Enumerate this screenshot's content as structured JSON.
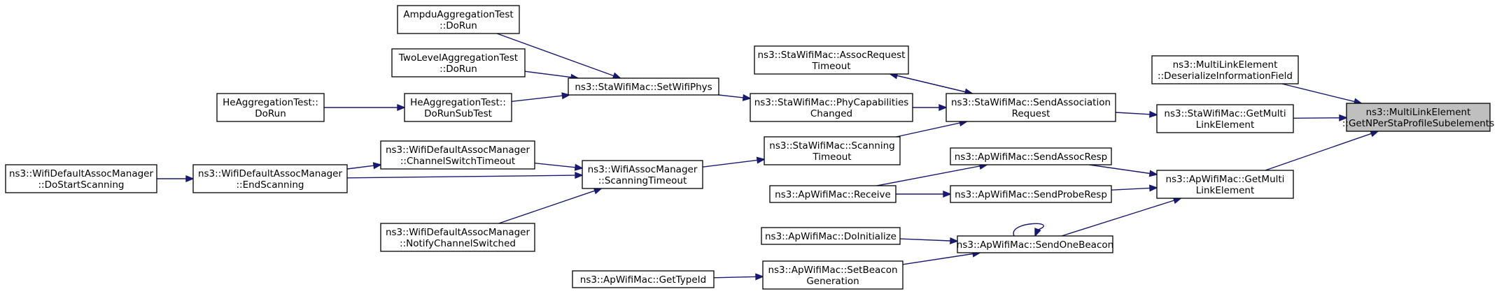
{
  "diagram": {
    "colors": {
      "edge": "#191970",
      "focus_fill": "#bfbfbf",
      "node_fill": "#ffffff",
      "node_border": "#000000"
    },
    "nodes": [
      {
        "id": "getnper",
        "lines": [
          "ns3::MultiLinkElement",
          "::GetNPerStaProfileSubelements"
        ],
        "focus": true
      },
      {
        "id": "deser",
        "lines": [
          "ns3::MultiLinkElement",
          "::DeserializeInformationField"
        ]
      },
      {
        "id": "sta_getml",
        "lines": [
          "ns3::StaWifiMac::GetMulti",
          "LinkElement"
        ]
      },
      {
        "id": "ap_getml",
        "lines": [
          "ns3::ApWifiMac::GetMulti",
          "LinkElement"
        ]
      },
      {
        "id": "sendassocreq",
        "lines": [
          "ns3::StaWifiMac::SendAssociation",
          "Request"
        ]
      },
      {
        "id": "assocreqto",
        "lines": [
          "ns3::StaWifiMac::AssocRequest",
          "Timeout"
        ]
      },
      {
        "id": "phycap",
        "lines": [
          "ns3::StaWifiMac::PhyCapabilities",
          "Changed"
        ]
      },
      {
        "id": "scanto",
        "lines": [
          "ns3::StaWifiMac::Scanning",
          "Timeout"
        ]
      },
      {
        "id": "setwifiphys",
        "lines": [
          "ns3::StaWifiMac::SetWifiPhys"
        ]
      },
      {
        "id": "ampdu",
        "lines": [
          "AmpduAggregationTest",
          "::DoRun"
        ]
      },
      {
        "id": "twolevel",
        "lines": [
          "TwoLevelAggregationTest",
          "::DoRun"
        ]
      },
      {
        "id": "hesub",
        "lines": [
          "HeAggregationTest::",
          "DoRunSubTest"
        ]
      },
      {
        "id": "herun",
        "lines": [
          "HeAggregationTest::",
          "DoRun"
        ]
      },
      {
        "id": "assocscanto",
        "lines": [
          "ns3::WifiAssocManager",
          "::ScanningTimeout"
        ]
      },
      {
        "id": "chswto",
        "lines": [
          "ns3::WifiDefaultAssocManager",
          "::ChannelSwitchTimeout"
        ]
      },
      {
        "id": "endscan",
        "lines": [
          "ns3::WifiDefaultAssocManager",
          "::EndScanning"
        ]
      },
      {
        "id": "notifych",
        "lines": [
          "ns3::WifiDefaultAssocManager",
          "::NotifyChannelSwitched"
        ]
      },
      {
        "id": "dostartscan",
        "lines": [
          "ns3::WifiDefaultAssocManager",
          "::DoStartScanning"
        ]
      },
      {
        "id": "sendassocresp",
        "lines": [
          "ns3::ApWifiMac::SendAssocResp"
        ]
      },
      {
        "id": "sendproberesp",
        "lines": [
          "ns3::ApWifiMac::SendProbeResp"
        ]
      },
      {
        "id": "receive",
        "lines": [
          "ns3::ApWifiMac::Receive"
        ]
      },
      {
        "id": "sendonebeacon",
        "lines": [
          "ns3::ApWifiMac::SendOneBeacon"
        ]
      },
      {
        "id": "doinit",
        "lines": [
          "ns3::ApWifiMac::DoInitialize"
        ]
      },
      {
        "id": "setbeacongen",
        "lines": [
          "ns3::ApWifiMac::SetBeacon",
          "Generation"
        ]
      },
      {
        "id": "gettypeid",
        "lines": [
          "ns3::ApWifiMac::GetTypeId"
        ]
      }
    ],
    "edges": [
      {
        "from": "deser",
        "to": "getnper"
      },
      {
        "from": "sta_getml",
        "to": "getnper"
      },
      {
        "from": "ap_getml",
        "to": "getnper"
      },
      {
        "from": "sendassocreq",
        "to": "sta_getml"
      },
      {
        "from": "assocreqto",
        "to": "sendassocreq"
      },
      {
        "from": "sendassocreq",
        "to": "assocreqto"
      },
      {
        "from": "phycap",
        "to": "sendassocreq"
      },
      {
        "from": "scanto",
        "to": "sendassocreq"
      },
      {
        "from": "setwifiphys",
        "to": "phycap"
      },
      {
        "from": "ampdu",
        "to": "setwifiphys"
      },
      {
        "from": "twolevel",
        "to": "setwifiphys"
      },
      {
        "from": "hesub",
        "to": "setwifiphys"
      },
      {
        "from": "herun",
        "to": "hesub"
      },
      {
        "from": "assocscanto",
        "to": "scanto"
      },
      {
        "from": "chswto",
        "to": "assocscanto"
      },
      {
        "from": "endscan",
        "to": "assocscanto"
      },
      {
        "from": "notifych",
        "to": "assocscanto"
      },
      {
        "from": "endscan",
        "to": "chswto"
      },
      {
        "from": "dostartscan",
        "to": "endscan"
      },
      {
        "from": "sendassocresp",
        "to": "ap_getml"
      },
      {
        "from": "sendproberesp",
        "to": "ap_getml"
      },
      {
        "from": "sendonebeacon",
        "to": "ap_getml"
      },
      {
        "from": "receive",
        "to": "sendassocresp"
      },
      {
        "from": "receive",
        "to": "sendproberesp"
      },
      {
        "from": "sendonebeacon",
        "to": "sendonebeacon"
      },
      {
        "from": "doinit",
        "to": "sendonebeacon"
      },
      {
        "from": "setbeacongen",
        "to": "sendonebeacon"
      },
      {
        "from": "gettypeid",
        "to": "setbeacongen"
      }
    ]
  }
}
